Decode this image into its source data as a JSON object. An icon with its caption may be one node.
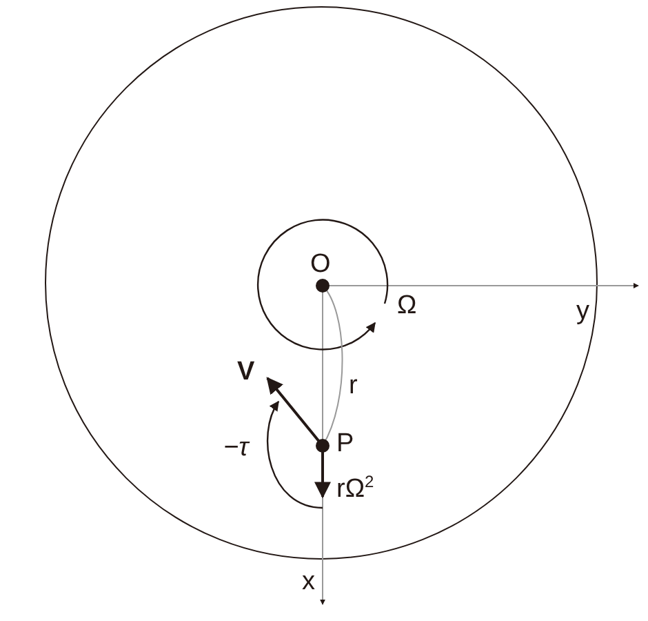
{
  "diagram": {
    "labels": [
      "O",
      "Ω",
      "y",
      "V",
      "r",
      "−τ",
      "P",
      "rΩ$^{2}$",
      "x"
    ]
  }
}
